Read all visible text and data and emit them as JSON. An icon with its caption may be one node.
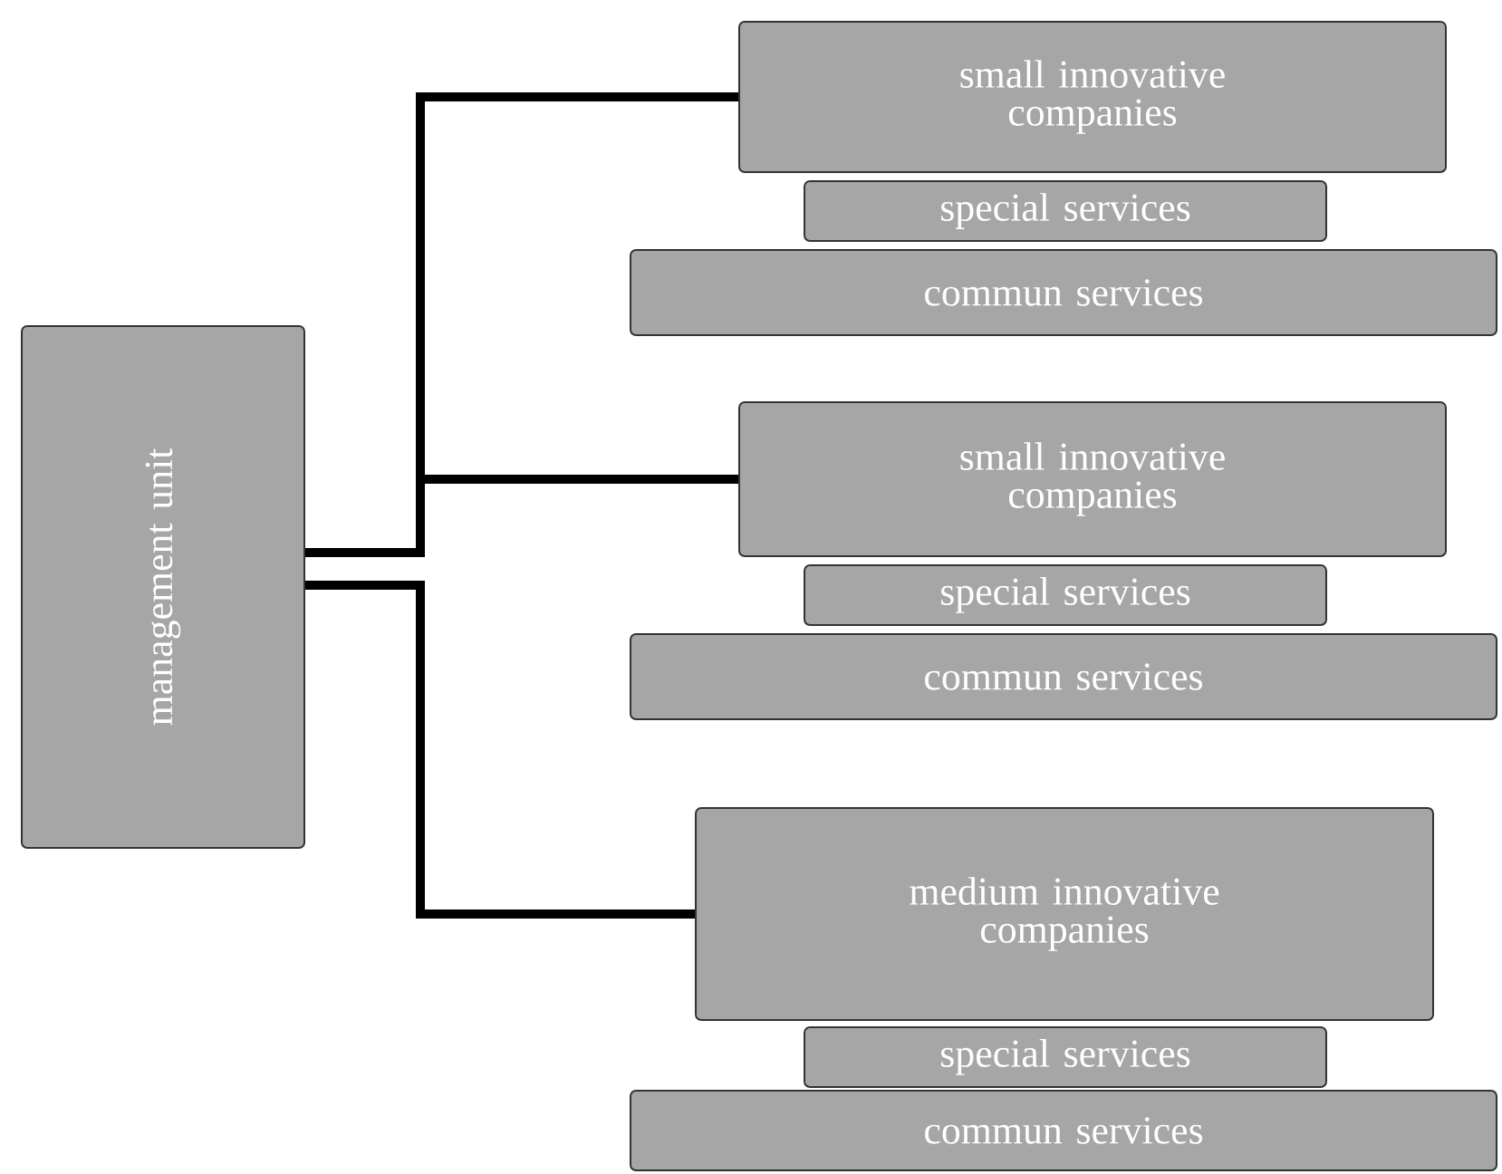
{
  "diagram": {
    "nodes": [
      {
        "text": [
          "management unit"
        ]
      },
      {
        "text": [
          "small innovative companies"
        ]
      },
      {
        "text": [
          "special services"
        ]
      },
      {
        "text": [
          "commun services"
        ]
      },
      {
        "text": [
          "small innovative companies"
        ]
      },
      {
        "text": [
          "special services"
        ]
      },
      {
        "text": [
          "commun services"
        ]
      },
      {
        "text": [
          "medium innovative companies"
        ]
      },
      {
        "text": [
          "special services"
        ]
      },
      {
        "text": [
          "commun services"
        ]
      }
    ],
    "edges": [
      {
        "from": 0,
        "to": 1,
        "arrow": "none"
      },
      {
        "from": 0,
        "to": 4,
        "arrow": "none"
      },
      {
        "from": 0,
        "to": 7,
        "arrow": "none"
      }
    ]
  }
}
